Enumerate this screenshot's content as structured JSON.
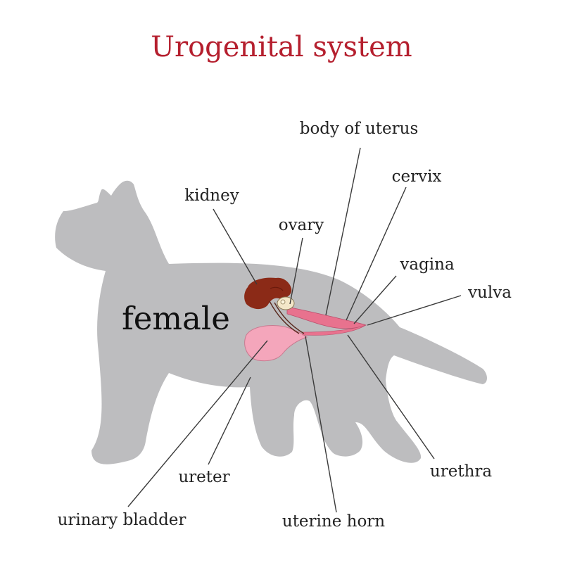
{
  "title": "Urogenital system",
  "sex_label": "female",
  "labels": {
    "body_of_uterus": "body of uterus",
    "cervix": "cervix",
    "kidney": "kidney",
    "ovary": "ovary",
    "vagina": "vagina",
    "vulva": "vulva",
    "ureter": "ureter",
    "urethra": "urethra",
    "urinary_bladder": "urinary bladder",
    "uterine_horn": "uterine horn"
  },
  "colors": {
    "title": "#b51f2e",
    "body": "#bdbdbf",
    "kidney": "#8b2a17",
    "bladder": "#f4a6bb",
    "uterus": "#e8728e",
    "ovary": "#f3e7c9"
  }
}
